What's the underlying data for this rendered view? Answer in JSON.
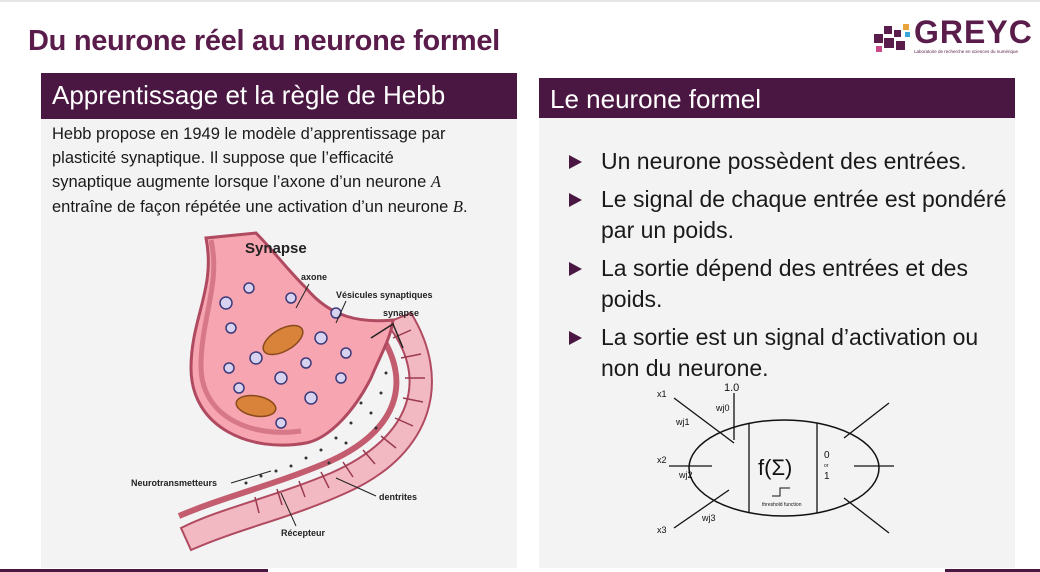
{
  "slide": {
    "title": "Du neurone réel au neurone formel",
    "logo": {
      "text": "GREYC",
      "subtitle": "Laboratoire de recherche en sciences du numérique"
    }
  },
  "left_panel": {
    "header": "Apprentissage et la règle de Hebb",
    "text": {
      "line1": "Hebb propose en 1949 le modèle d’apprentissage par",
      "line2": "plasticité synaptique. Il suppose que l’efficacité",
      "line3a": "synaptique augmente lorsque l’axone d’un neurone ",
      "var_a": "A",
      "line4a": "entraîne de façon répétée une activation d’un neurone ",
      "var_b": "B",
      "line4b": "."
    },
    "figure": {
      "title": "Synapse",
      "labels": {
        "axone": "axone",
        "vesicules": "Vésicules synaptiques",
        "synapse": "synapse",
        "neurotransmetteurs": "Neurotransmetteurs",
        "dentrites": "dentrites",
        "recepteur": "Récepteur"
      }
    }
  },
  "right_panel": {
    "header": "Le neurone formel",
    "bullets": [
      "Un neurone possèdent des entrées.",
      "Le signal de chaque entrée est pondéré par un poids.",
      "La sortie dépend des entrées et des poids.",
      "La sortie est un signal d’activation ou non du neurone."
    ],
    "diagram": {
      "bias": "1.0",
      "inputs": [
        "x1",
        "x2",
        "x3"
      ],
      "weights": [
        "wj0",
        "wj1",
        "wj2",
        "wj3"
      ],
      "function": "f(Σ)",
      "threshold_label": "threshold function",
      "outputs": [
        "0",
        "or",
        "1"
      ]
    }
  },
  "colors": {
    "accent": "#4a1742",
    "title": "#5a1c4a",
    "panel_bg": "#f3f3f4"
  }
}
